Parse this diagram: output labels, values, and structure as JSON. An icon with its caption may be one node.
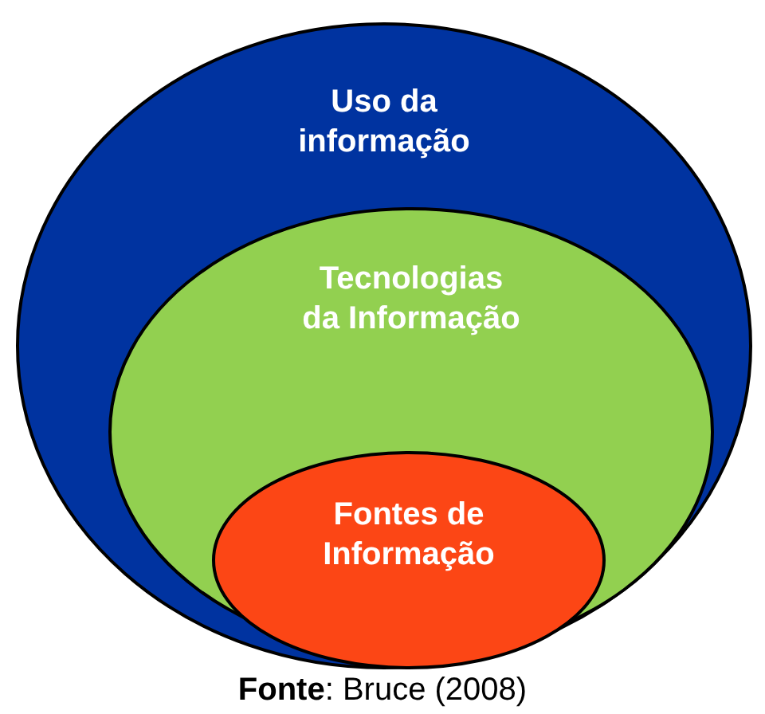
{
  "diagram": {
    "nodes": [
      {
        "text": [
          "Uso da informação"
        ]
      },
      {
        "text": [
          "Tecnologias da Informação"
        ],
        "in": 0
      },
      {
        "text": [
          "Fontes de Informação"
        ],
        "in": 1
      }
    ],
    "caption": "**Fonte**: Bruce (2008)"
  }
}
